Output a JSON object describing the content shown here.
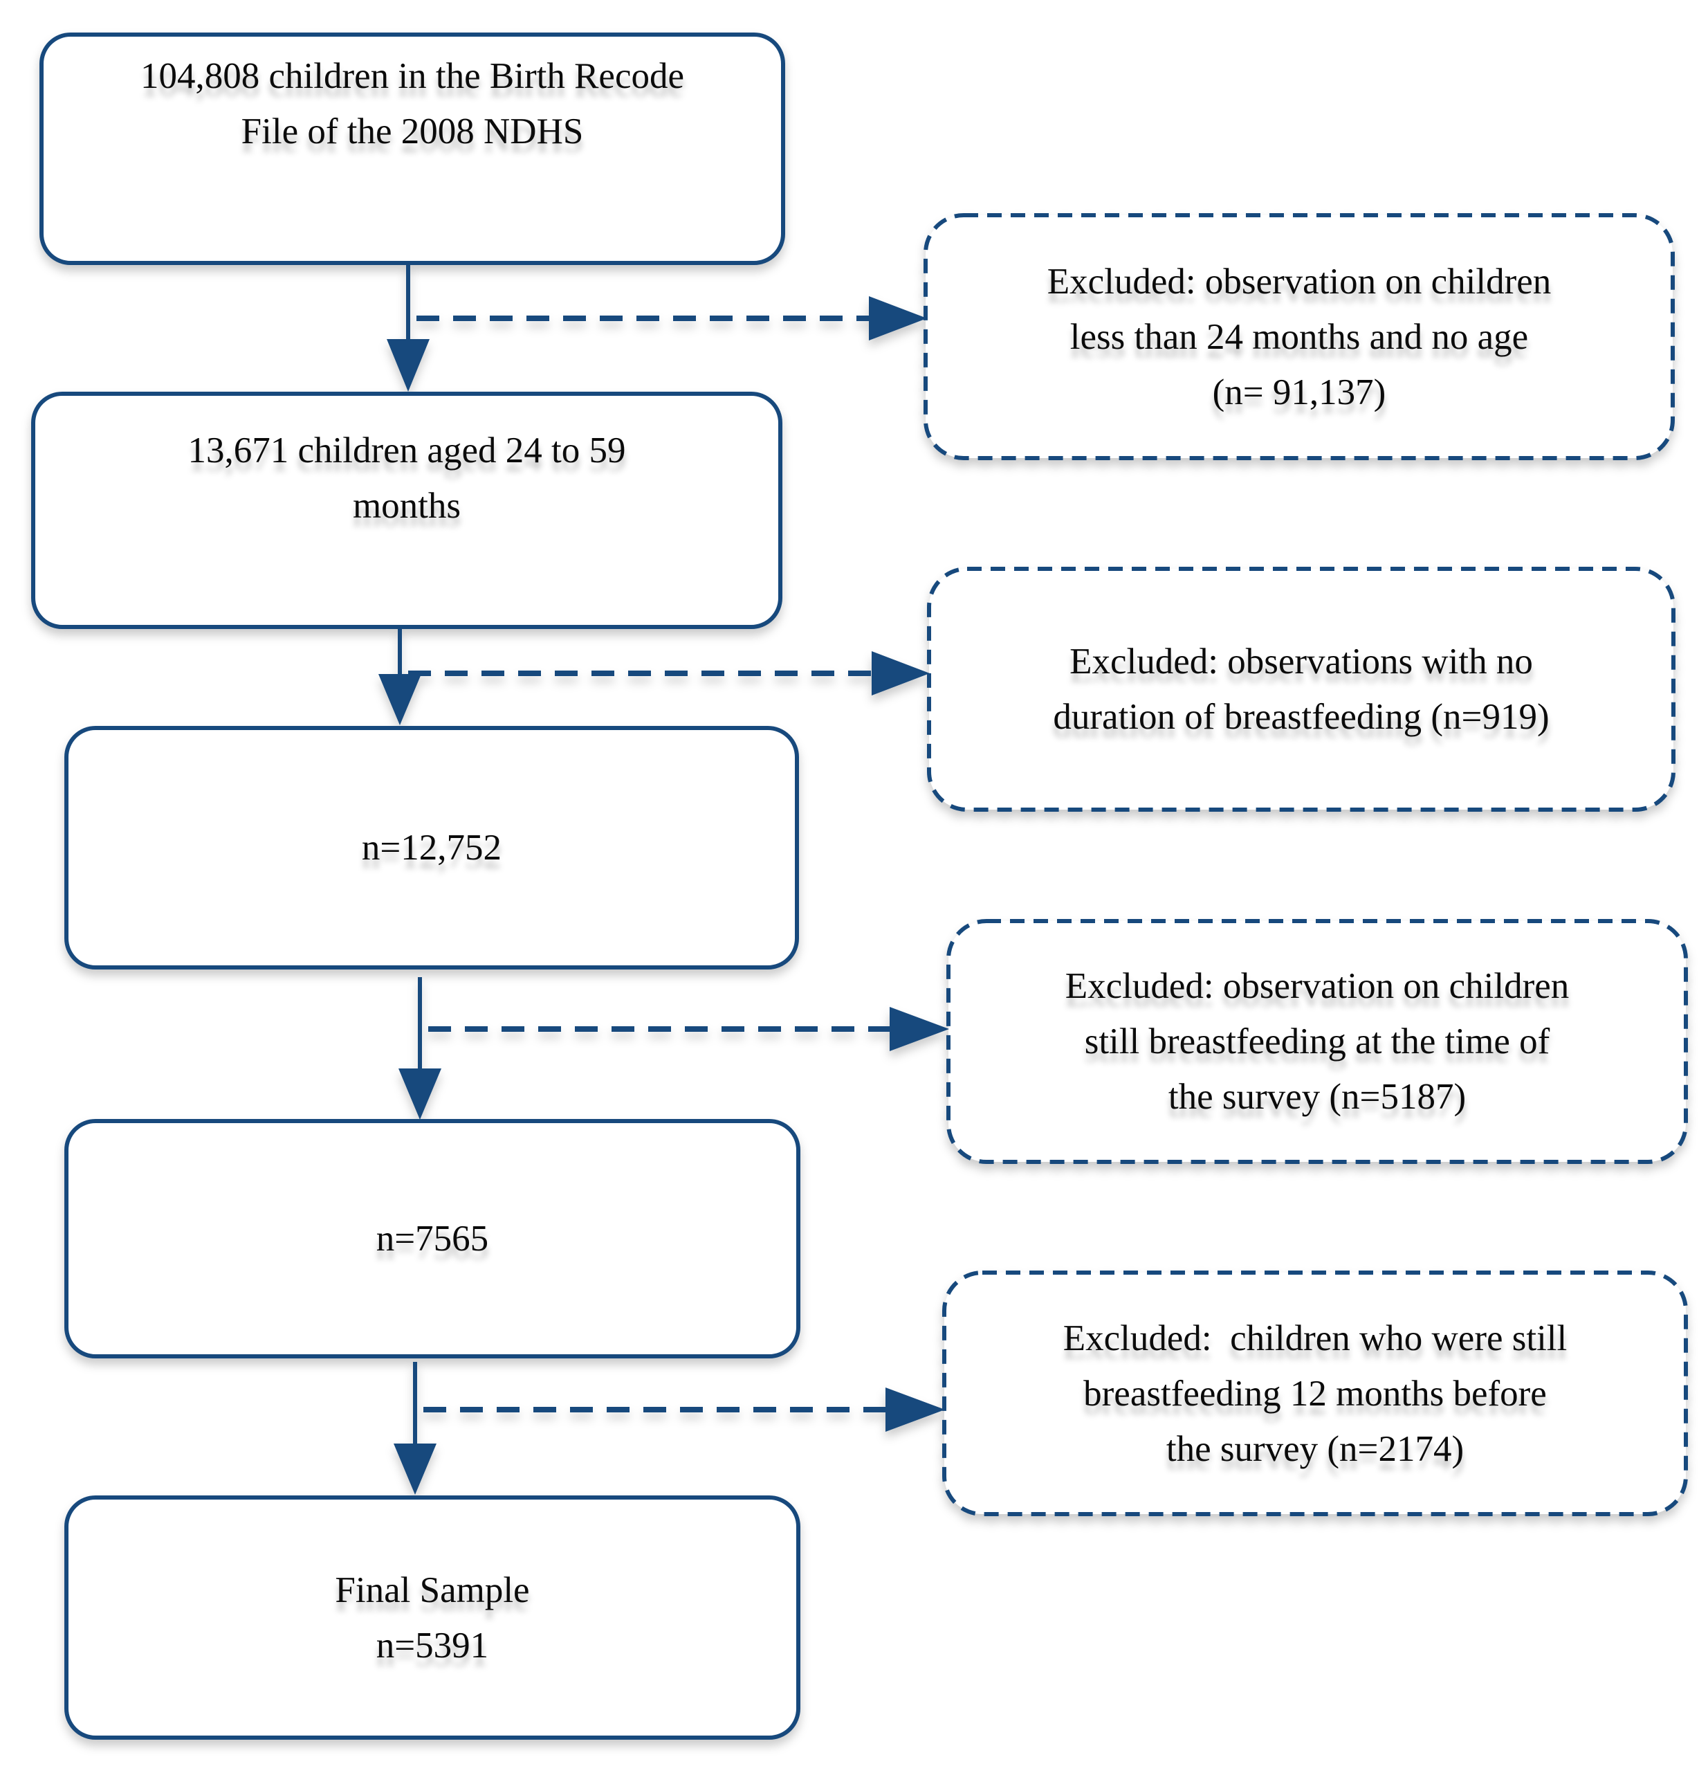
{
  "diagram": {
    "accent_color": "#17497D",
    "text_color": "#0b0b0b",
    "flow_boxes": [
      {
        "id": "birth-recode-total",
        "text": "104,808 children in the Birth Recode\nFile of the 2008 NDHS"
      },
      {
        "id": "aged-24-59-months",
        "text": "13,671 children aged 24 to 59\nmonths"
      },
      {
        "id": "after-duration-drop",
        "text": "n=12,752"
      },
      {
        "id": "after-current-bf-drop",
        "text": "n=7565"
      },
      {
        "id": "final-sample",
        "text": "Final Sample\nn=5391"
      }
    ],
    "exclusion_boxes": [
      {
        "id": "excluded-under-24-no-age",
        "text": "Excluded: observation on children\nless than 24 months and no age\n(n= 91,137)"
      },
      {
        "id": "excluded-no-bf-duration",
        "text": "Excluded: observations with no\nduration of breastfeeding (n=919)"
      },
      {
        "id": "excluded-still-bf-at-survey",
        "text": "Excluded: observation on children\nstill breastfeeding at the time of\nthe survey (n=5187)"
      },
      {
        "id": "excluded-bf-12-months-before",
        "text": "Excluded:  children who were still\nbreastfeeding 12 months before\nthe survey (n=2174)"
      }
    ]
  }
}
